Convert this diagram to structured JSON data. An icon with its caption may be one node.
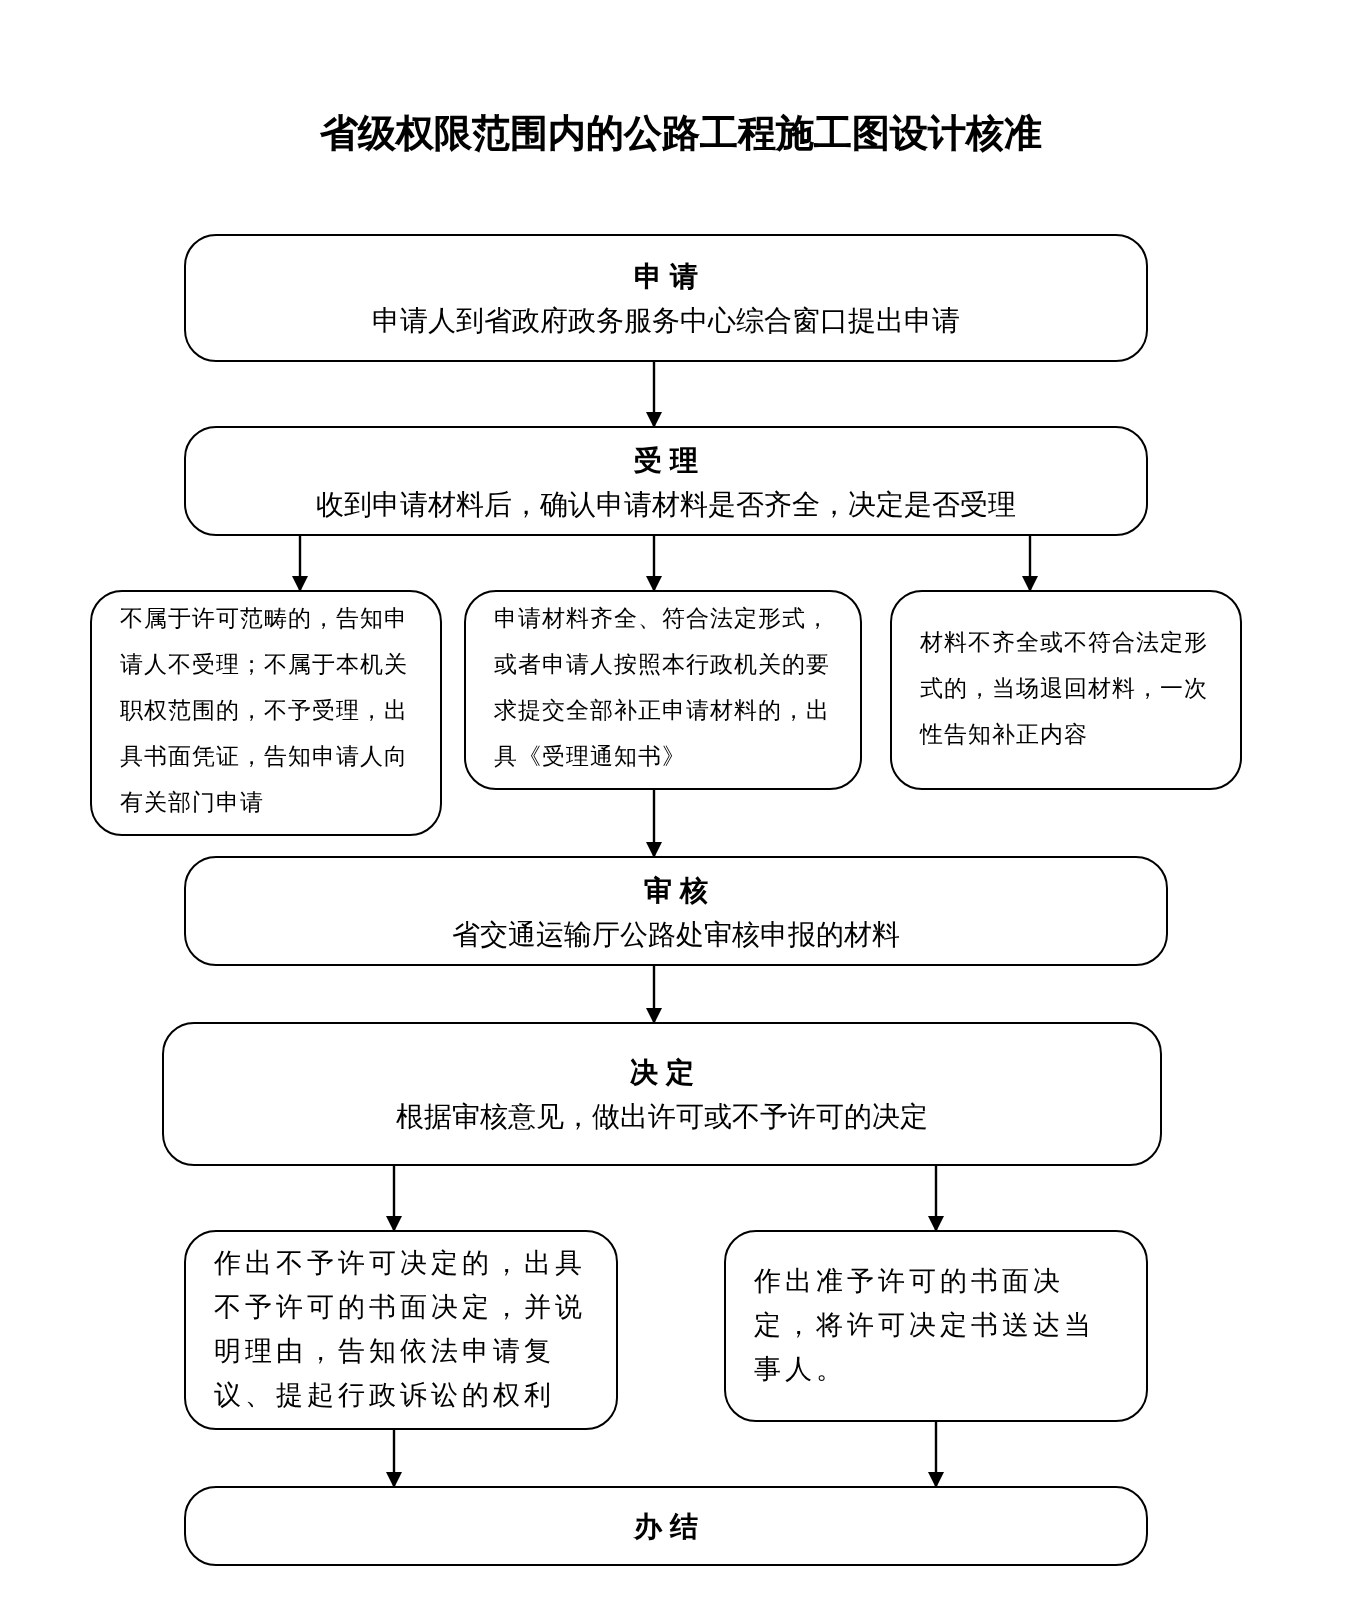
{
  "diagram": {
    "title": "省级权限范围内的公路工程施工图设计核准",
    "nodes": [
      {
        "text": [
          "申 请",
          "申请人到省政府政务服务中心综合窗口提出申请"
        ]
      },
      {
        "text": [
          "受 理",
          "收到申请材料后，确认申请材料是否齐全，决定是否受理"
        ]
      },
      {
        "text": [
          "不属于许可范畴的，告知申请人不受理；不属于本机关职权范围的，不予受理，出具书面凭证，告知申请人向有关部门申请"
        ]
      },
      {
        "text": [
          "申请材料齐全、符合法定形式，或者申请人按照本行政机关的要求提交全部补正申请材料的，出具《受理通知书》"
        ]
      },
      {
        "text": [
          "材料不齐全或不符合法定形式的，当场退回材料，一次性告知补正内容"
        ]
      },
      {
        "text": [
          "审 核",
          "省交通运输厅公路处审核申报的材料"
        ]
      },
      {
        "text": [
          "决 定",
          "根据审核意见，做出许可或不予许可的决定"
        ]
      },
      {
        "text": [
          "作出不予许可决定的，出具不予许可的书面决定，并说明理由，告知依法申请复议、提起行政诉讼的权利"
        ]
      },
      {
        "text": [
          "作出准予许可的书面决定，将许可决定书送达当事人。"
        ]
      },
      {
        "text": [
          "办 结"
        ]
      }
    ],
    "edges": [
      {
        "from": 0,
        "to": 1,
        "arrow": "to"
      },
      {
        "from": 1,
        "to": 2,
        "arrow": "to"
      },
      {
        "from": 1,
        "to": 3,
        "arrow": "to"
      },
      {
        "from": 1,
        "to": 4,
        "arrow": "to"
      },
      {
        "from": 3,
        "to": 5,
        "arrow": "to"
      },
      {
        "from": 5,
        "to": 6,
        "arrow": "to"
      },
      {
        "from": 6,
        "to": 7,
        "arrow": "to"
      },
      {
        "from": 6,
        "to": 8,
        "arrow": "to"
      },
      {
        "from": 7,
        "to": 9,
        "arrow": "to"
      },
      {
        "from": 8,
        "to": 9,
        "arrow": "to"
      }
    ]
  }
}
